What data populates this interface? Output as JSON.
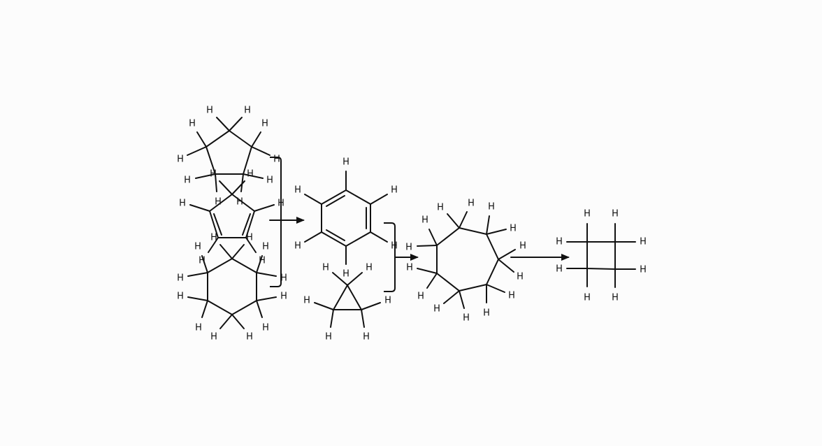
{
  "diagram": {
    "type": "reaction-scheme",
    "atom_label": "H",
    "line_color": "#111111",
    "background": "#fcfcfc",
    "molecules": [
      {
        "name": "cyclopentane",
        "hydrogens": 10
      },
      {
        "name": "cyclopentadiene",
        "hydrogens": 6
      },
      {
        "name": "cyclohexane",
        "hydrogens": 12
      },
      {
        "name": "benzene",
        "hydrogens": 6
      },
      {
        "name": "cyclopropane",
        "hydrogens": 6
      },
      {
        "name": "cycloheptane",
        "hydrogens": 14
      },
      {
        "name": "cyclobutane",
        "hydrogens": 8
      }
    ],
    "arrows": 3,
    "brackets": 2
  }
}
